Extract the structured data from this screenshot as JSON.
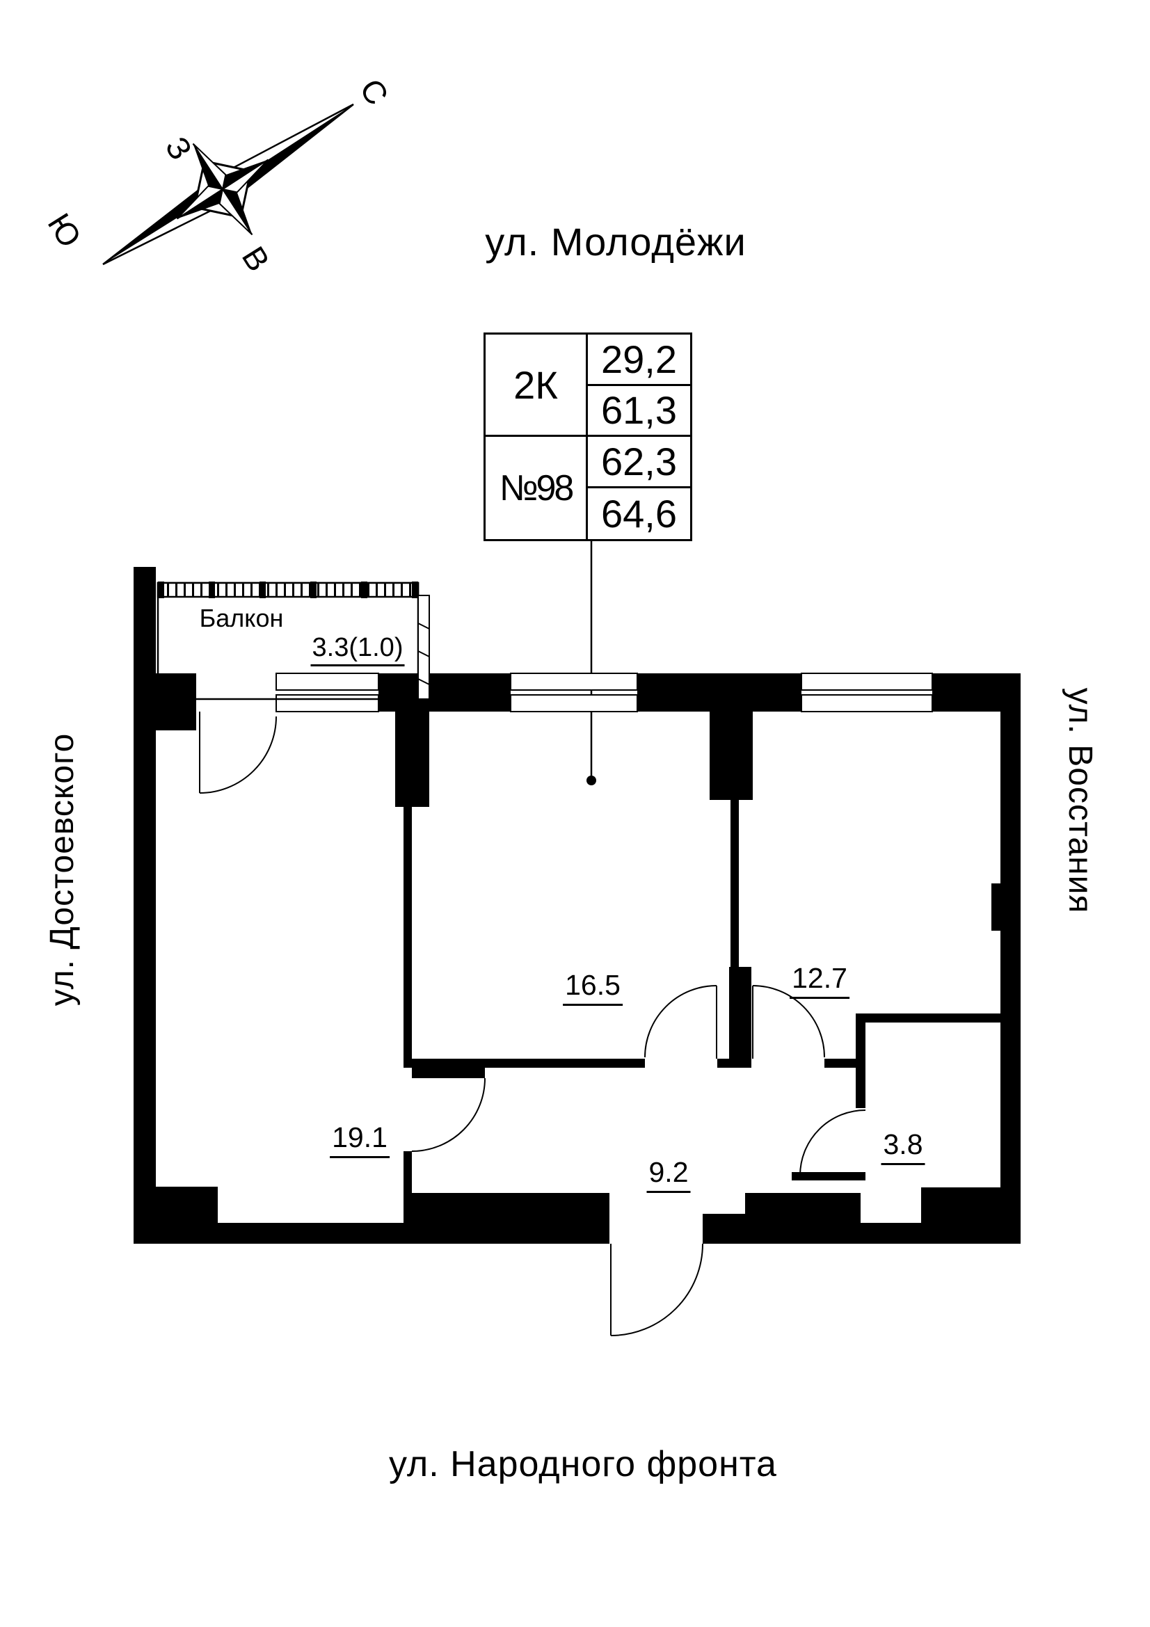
{
  "compass": {
    "north": "С",
    "south": "Ю",
    "west": "З",
    "east": "В"
  },
  "streets": {
    "top": "ул. Молодёжи",
    "left": "ул. Достоевского",
    "right": "ул. Восстания",
    "bottom": "ул. Народного фронта"
  },
  "info_table": {
    "type": "2К",
    "number": "№98",
    "area_1": "29,2",
    "area_2": "61,3",
    "area_3": "62,3",
    "area_4": "64,6"
  },
  "balcony": {
    "name": "Балкон",
    "area": "3.3(1.0)"
  },
  "rooms": {
    "living": "19.1",
    "bedroom": "16.5",
    "room_right": "12.7",
    "hallway": "9.2",
    "bathroom": "3.8"
  },
  "colors": {
    "ink": "#000000",
    "paper": "#ffffff"
  }
}
